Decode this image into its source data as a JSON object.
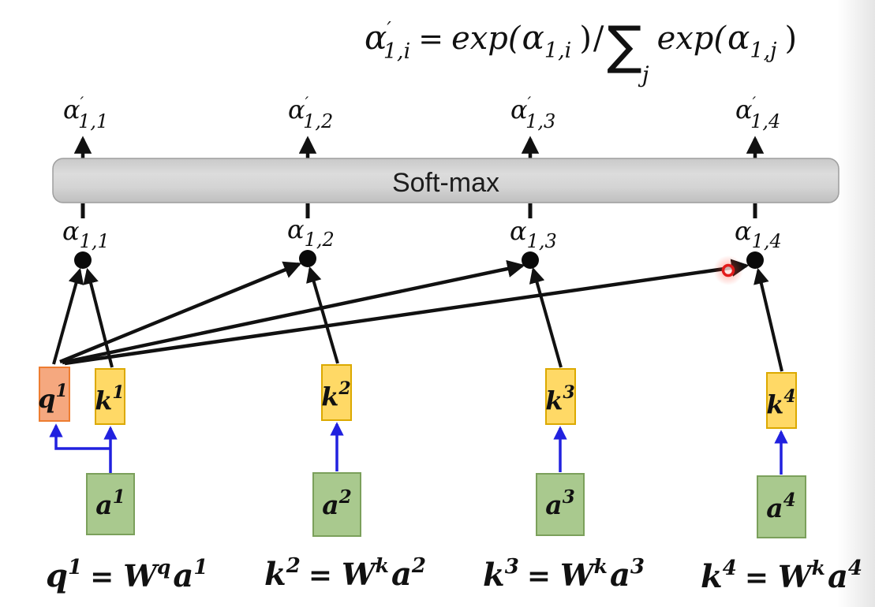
{
  "diagram": {
    "softmax_label": "Soft-max",
    "formula_top": {
      "alpha": "α",
      "prime": "′",
      "sub_1i": "1,i",
      "equals": "=",
      "exp_open": "exp(",
      "close_paren": ")",
      "slash": "/",
      "sigma": "∑",
      "sigma_index": "j",
      "sub_1j": "1,j"
    },
    "outputs": [
      {
        "base": "α",
        "prime": "′",
        "sub": "1,1"
      },
      {
        "base": "α",
        "prime": "′",
        "sub": "1,2"
      },
      {
        "base": "α",
        "prime": "′",
        "sub": "1,3"
      },
      {
        "base": "α",
        "prime": "′",
        "sub": "1,4"
      }
    ],
    "scores": [
      {
        "base": "α",
        "sub": "1,1"
      },
      {
        "base": "α",
        "sub": "1,2"
      },
      {
        "base": "α",
        "sub": "1,3"
      },
      {
        "base": "α",
        "sub": "1,4"
      }
    ],
    "query": {
      "base": "q",
      "sup": "1"
    },
    "keys": [
      {
        "base": "k",
        "sup": "1"
      },
      {
        "base": "k",
        "sup": "2"
      },
      {
        "base": "k",
        "sup": "3"
      },
      {
        "base": "k",
        "sup": "4"
      }
    ],
    "inputs": [
      {
        "base": "a",
        "sup": "1"
      },
      {
        "base": "a",
        "sup": "2"
      },
      {
        "base": "a",
        "sup": "3"
      },
      {
        "base": "a",
        "sup": "4"
      }
    ],
    "equations": [
      {
        "lhs": "q",
        "lhs_sup": "1",
        "eq": "=",
        "w": "W",
        "w_sup": "q",
        "rhs": "a",
        "rhs_sup": "1"
      },
      {
        "lhs": "k",
        "lhs_sup": "2",
        "eq": "=",
        "w": "W",
        "w_sup": "k",
        "rhs": "a",
        "rhs_sup": "2"
      },
      {
        "lhs": "k",
        "lhs_sup": "3",
        "eq": "=",
        "w": "W",
        "w_sup": "k",
        "rhs": "a",
        "rhs_sup": "3"
      },
      {
        "lhs": "k",
        "lhs_sup": "4",
        "eq": "=",
        "w": "W",
        "w_sup": "k",
        "rhs": "a",
        "rhs_sup": "4"
      }
    ],
    "colors": {
      "query_fill": "#f5a87f",
      "query_stroke": "#ed7d31",
      "key_fill": "#ffd966",
      "key_stroke": "#dca900",
      "input_fill": "#a9c98e",
      "input_stroke": "#7ba05b",
      "softmax_fill": "#d3d3d3",
      "softmax_stroke": "#9e9e9e",
      "arrow_black": "#111111",
      "arrow_blue": "#2121df",
      "laser_red": "#e31b1b"
    }
  }
}
